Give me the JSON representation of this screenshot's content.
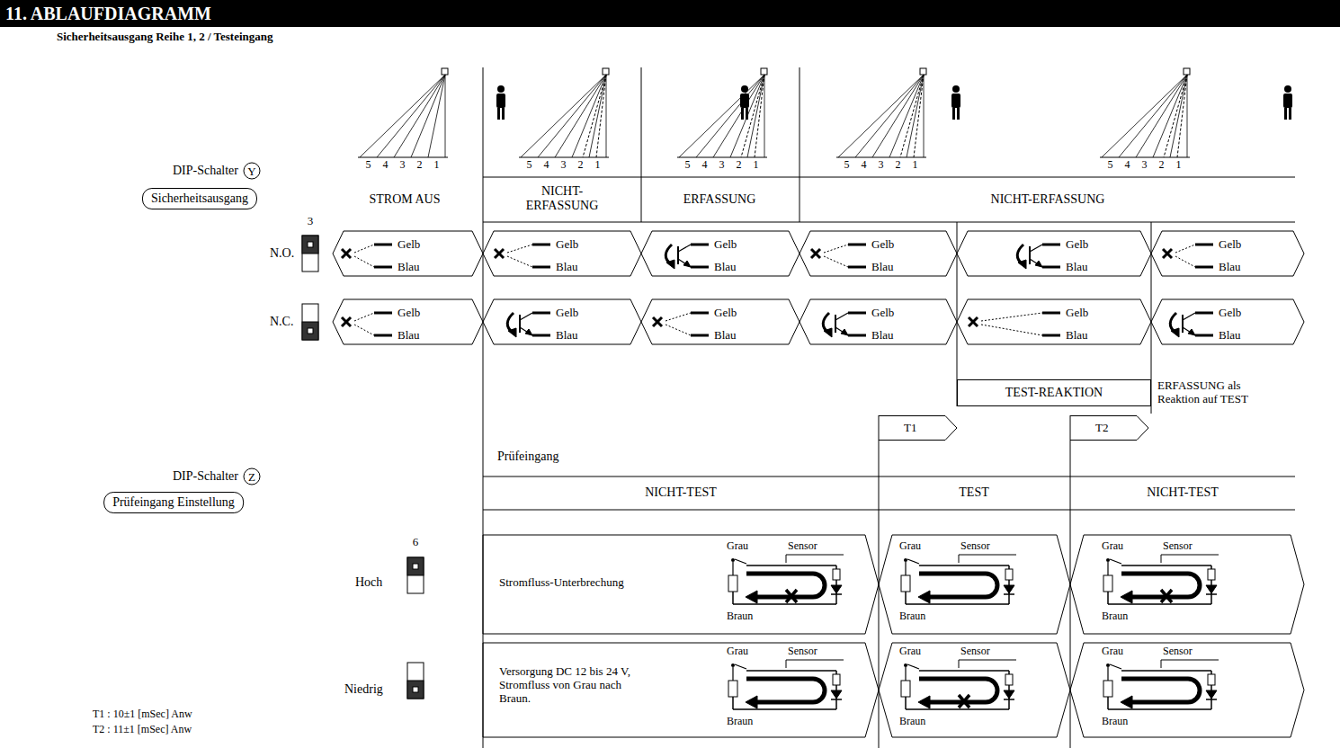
{
  "diagram": {
    "title": "11. ABLAUFDIAGRAMM",
    "nodes": [
      {
        "text": [
          "Y"
        ]
      },
      {
        "text": [
          "Sicherheitsausgang"
        ]
      },
      {
        "text": [
          "TEST-REAKTION"
        ]
      },
      {
        "text": [
          "T1"
        ]
      },
      {
        "text": [
          "T2"
        ]
      },
      {
        "text": [
          "Z"
        ]
      },
      {
        "text": [
          "Prüfeingang Einstellung"
        ]
      }
    ],
    "labels": [
      "Sicherheitsausgang Reihe 1, 2 / Testeingang",
      "DIP-Schalter",
      "3",
      "N.O.",
      "N.C.",
      "5 4 3 2 1",
      "5 4 3 2 1",
      "5 4 3 2 1",
      "5 4 3 2 1",
      "5 4 3 2 1",
      "STROM AUS",
      "NICHT-ERFASSUNG",
      "ERFASSUNG",
      "NICHT-ERFASSUNG",
      "Gelb",
      "Blau",
      "Gelb",
      "Blau",
      "Gelb",
      "Blau",
      "Gelb",
      "Blau",
      "Gelb",
      "Blau",
      "Gelb",
      "Blau",
      "Gelb",
      "Blau",
      "Gelb",
      "Blau",
      "Gelb",
      "Blau",
      "Gelb",
      "Blau",
      "Gelb",
      "Blau",
      "Gelb",
      "Blau",
      "ERFASSUNG als Reaktion auf TEST",
      "Prüfeingang",
      "NICHT-TEST",
      "TEST",
      "NICHT-TEST",
      "DIP-Schalter",
      "6",
      "Hoch",
      "Niedrig",
      "Stromfluss-Unterbrechung",
      "Versorgung DC 12 bis 24 V, Stromfluss von Grau nach Braun.",
      "Grau",
      "Sensor",
      "Braun",
      "Grau",
      "Sensor",
      "Braun",
      "Grau",
      "Sensor",
      "Braun",
      "Grau",
      "Sensor",
      "Braun",
      "Grau",
      "Sensor",
      "Braun",
      "Grau",
      "Sensor",
      "Braun",
      "T1 : 10±1 [mSec] Anw",
      "T2 : 11±1 [mSec] Anw"
    ]
  }
}
